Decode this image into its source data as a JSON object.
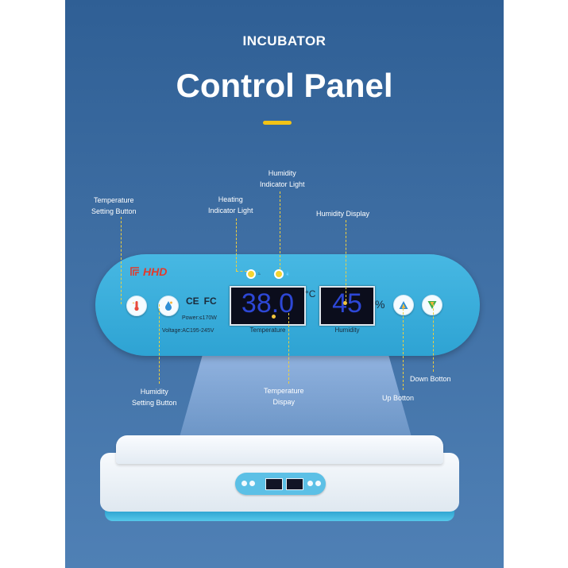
{
  "header": {
    "eyebrow": "INCUBATOR",
    "title": "Control Panel"
  },
  "panel": {
    "brand": "HHD",
    "certifications": [
      "CE",
      "FC"
    ],
    "power": "Power:≤170W",
    "voltage": "Voltage:AC195-245V",
    "temperature": {
      "value": "38.0",
      "unit": "°C",
      "caption": "Temperature"
    },
    "humidity": {
      "value": "45",
      "unit": "%",
      "caption": "Humidity"
    }
  },
  "labels": {
    "temperature_setting_button": [
      "Temperature",
      "Setting Button"
    ],
    "heating_indicator_light": [
      "Heating",
      "Indicator Light"
    ],
    "humidity_indicator_light": [
      "Humidity",
      "Indicator Light"
    ],
    "humidity_display": "Humidity Display",
    "humidity_setting_button": [
      "Humidity",
      "Setting Button"
    ],
    "temperature_display": [
      "Temperature",
      "Dispay"
    ],
    "up_button": "Up Botton",
    "down_button": "Down Botton"
  },
  "icons": [
    "thermometer-icon",
    "water-drop-icon",
    "up-triangle-icon",
    "down-triangle-icon"
  ],
  "colors": {
    "background": "#3a6aa0",
    "accent": "#f3c315",
    "panel": "#3bb0de",
    "digits": "#2d47d6",
    "indicator": "#f4d431",
    "brand": "#e23a2c"
  }
}
